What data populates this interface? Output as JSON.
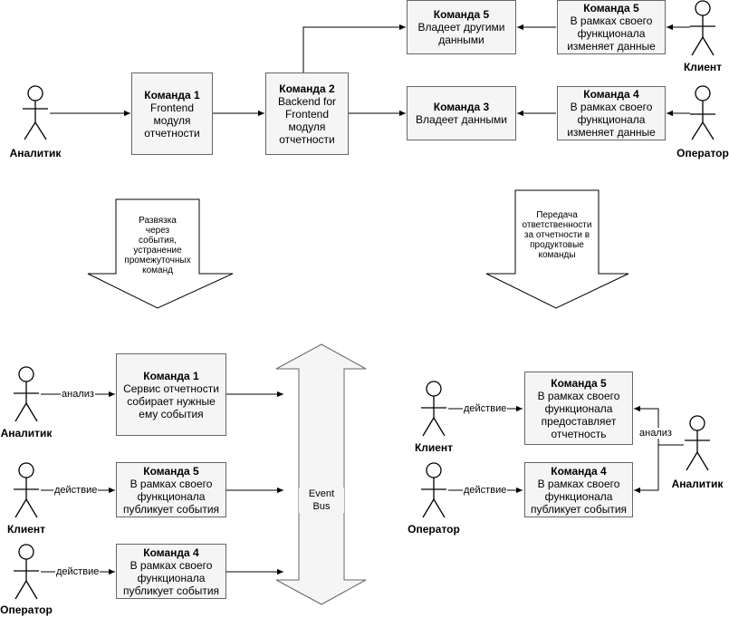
{
  "top": {
    "actor_analyst": "Аналитик",
    "actor_client": "Клиент",
    "actor_operator": "Оператор",
    "team1": {
      "title": "Команда 1",
      "desc": "Frontend\nмодуля\nотчетности"
    },
    "team2": {
      "title": "Команда 2",
      "desc": "Backend for\nFrontend\nмодуля\nотчетности"
    },
    "team5_owner": {
      "title": "Команда 5",
      "desc": "Владеет другими\nданными"
    },
    "team3": {
      "title": "Команда 3",
      "desc": "Владеет данными"
    },
    "team5_func": {
      "title": "Команда 5",
      "desc": "В рамках своего\nфункционала\nизменяет данные"
    },
    "team4_func": {
      "title": "Команда 4",
      "desc": "В рамках своего\nфункционала\nизменяет данные"
    }
  },
  "transitions": {
    "left": "Развязка\nчерез\nсобытия,\nустранение\nпромежуточных\nкоманд",
    "right": "Передача\nответственности\nза отчетности в\nпродуктовые\nкоманды"
  },
  "bottom_left": {
    "actor_analyst": "Аналитик",
    "actor_client": "Клиент",
    "actor_operator": "Оператор",
    "edge_analysis": "анализ",
    "edge_action_client": "действие",
    "edge_action_operator": "действие",
    "team1": {
      "title": "Команда 1",
      "desc": "Сервис отчетности\nсобирает нужные\nему события"
    },
    "team5": {
      "title": "Команда 5",
      "desc": "В рамках своего\nфункционала\nпубликует события"
    },
    "team4": {
      "title": "Команда 4",
      "desc": "В рамках своего\nфункционала\nпубликует события"
    },
    "event_bus": "Event\nBus"
  },
  "bottom_right": {
    "actor_client": "Клиент",
    "actor_operator": "Оператор",
    "actor_analyst": "Аналитик",
    "edge_action_client": "действие",
    "edge_action_operator": "действие",
    "edge_analysis": "анализ",
    "team5": {
      "title": "Команда 5",
      "desc": "В рамках своего\nфункционала\nпредоставляет\nотчетность"
    },
    "team4": {
      "title": "Команда 4",
      "desc": "В рамках своего\nфункционала\nпубликует события"
    }
  }
}
